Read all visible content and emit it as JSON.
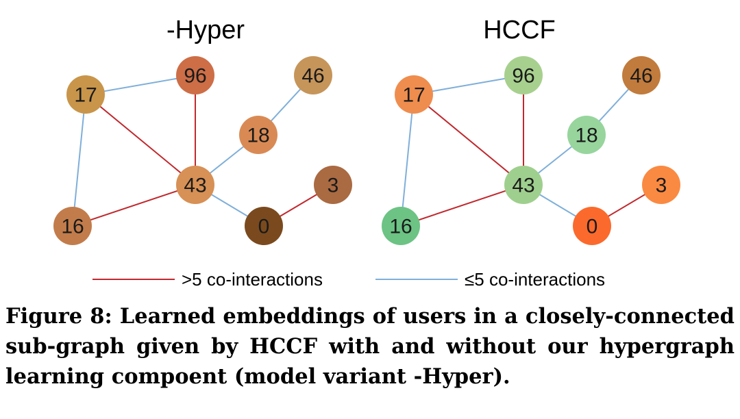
{
  "panels": [
    {
      "title": "-Hyper",
      "nodes": [
        {
          "id": "17",
          "color": "#c8954a"
        },
        {
          "id": "96",
          "color": "#cd6e47"
        },
        {
          "id": "46",
          "color": "#c6955a"
        },
        {
          "id": "18",
          "color": "#d98a54"
        },
        {
          "id": "43",
          "color": "#d79055"
        },
        {
          "id": "3",
          "color": "#aa6a42"
        },
        {
          "id": "16",
          "color": "#c27c4b"
        },
        {
          "id": "0",
          "color": "#7a4a1e"
        }
      ]
    },
    {
      "title": "HCCF",
      "nodes": [
        {
          "id": "17",
          "color": "#ef8d4e"
        },
        {
          "id": "96",
          "color": "#a7d08e"
        },
        {
          "id": "46",
          "color": "#c17b3c"
        },
        {
          "id": "18",
          "color": "#97d59d"
        },
        {
          "id": "43",
          "color": "#9fcf8e"
        },
        {
          "id": "3",
          "color": "#fa8a42"
        },
        {
          "id": "16",
          "color": "#6cc384"
        },
        {
          "id": "0",
          "color": "#fb6a2c"
        }
      ]
    }
  ],
  "edges": [
    {
      "source": "17",
      "target": "96",
      "type": "weak"
    },
    {
      "source": "17",
      "target": "16",
      "type": "weak"
    },
    {
      "source": "17",
      "target": "43",
      "type": "strong"
    },
    {
      "source": "96",
      "target": "43",
      "type": "strong"
    },
    {
      "source": "46",
      "target": "18",
      "type": "weak"
    },
    {
      "source": "18",
      "target": "43",
      "type": "weak"
    },
    {
      "source": "16",
      "target": "43",
      "type": "strong"
    },
    {
      "source": "43",
      "target": "0",
      "type": "weak"
    },
    {
      "source": "0",
      "target": "3",
      "type": "strong"
    }
  ],
  "legend": {
    "strong_label": ">5 co-interactions",
    "weak_label": "≤5 co-interactions",
    "strong_color": "#c0282d",
    "weak_color": "#7fafd9"
  },
  "caption": "Figure 8: Learned embeddings of users in a closely-connected sub-graph given by HCCF with and without our hypergraph learning compoent (model variant -Hyper)."
}
